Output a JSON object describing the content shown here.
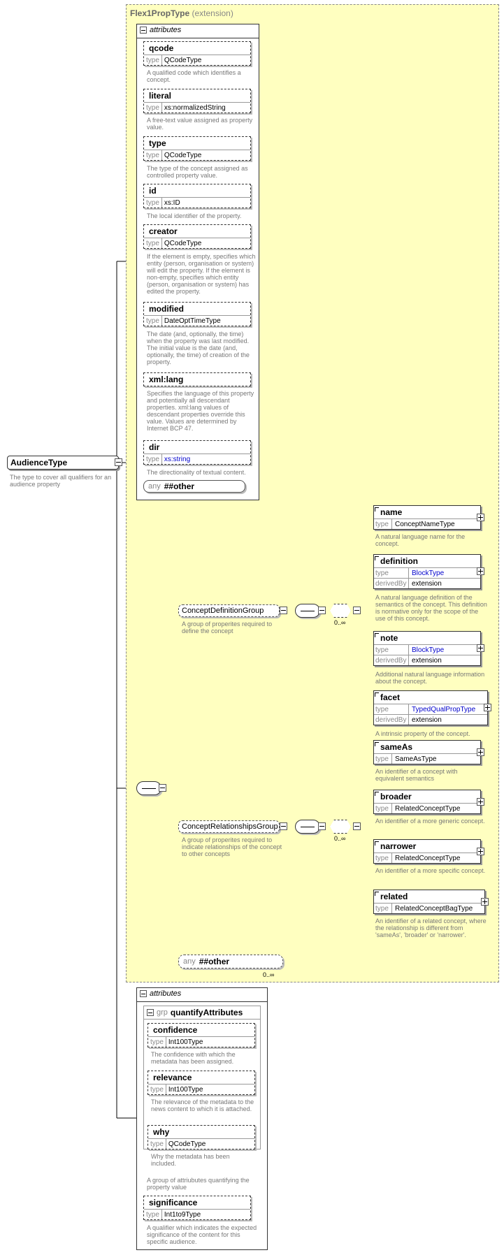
{
  "extension": {
    "name": "Flex1PropType",
    "kind": "(extension)"
  },
  "root": {
    "name": "AudienceType",
    "description": "The type to cover all qualifiers for an audience property"
  },
  "attributes_label": "attributes",
  "type_label": "type",
  "derived_label": "derivedBy",
  "any_label": "any",
  "grp_label": "grp",
  "ext_attributes": [
    {
      "name": "qcode",
      "type": "QCodeType",
      "desc": "A qualified code which identifies a concept."
    },
    {
      "name": "literal",
      "type": "xs:normalizedString",
      "desc": "A free-text value assigned as property value."
    },
    {
      "name": "type",
      "type": "QCodeType",
      "desc": "The type of the concept assigned as controlled property value."
    },
    {
      "name": "id",
      "type": "xs:ID",
      "desc": "The local identifier of the property."
    },
    {
      "name": "creator",
      "type": "QCodeType",
      "desc": "If the element is empty, specifies which entity (person, organisation or system) will edit the property. If the element is non-empty, specifies which entity (person, organisation or system) has edited the property."
    },
    {
      "name": "modified",
      "type": "DateOptTimeType",
      "desc": "The date (and, optionally, the time) when the property was last modified. The initial value is the date (and, optionally, the time) of creation of the property."
    },
    {
      "name": "xml:lang",
      "desc": "Specifies the language of this property and potentially all descendant properties. xml:lang values of descendant properties override this value. Values are determined by Internet BCP 47."
    },
    {
      "name": "dir",
      "type": "xs:string",
      "desc": "The directionality of textual content."
    }
  ],
  "ext_any": "##other",
  "groups": {
    "definition": {
      "name": "ConceptDefinitionGroup",
      "desc": "A group of properites required to define the concept",
      "card": "0..∞"
    },
    "relationships": {
      "name": "ConceptRelationshipsGroup",
      "desc": "A group of properites required to indicate relationships of the concept to other concepts",
      "card": "0..∞"
    },
    "any": {
      "value": "##other",
      "card": "0..∞"
    }
  },
  "def_elements": [
    {
      "name": "name",
      "type": "ConceptNameType",
      "desc": "A natural language name for the concept."
    },
    {
      "name": "definition",
      "type": "BlockType",
      "derivedBy": "extension",
      "desc": "A natural language definition of the semantics of the concept. This definition is normative only for the scope of the use of this concept."
    },
    {
      "name": "note",
      "type": "BlockType",
      "derivedBy": "extension",
      "desc": "Additional natural language information about the concept."
    },
    {
      "name": "facet",
      "type": "TypedQualPropType",
      "derivedBy": "extension",
      "desc": "A intrinsic property of the concept."
    }
  ],
  "rel_elements": [
    {
      "name": "sameAs",
      "type": "SameAsType",
      "desc": "An identifier of a concept with equivalent semantics"
    },
    {
      "name": "broader",
      "type": "RelatedConceptType",
      "desc": "An identifier of a more generic concept."
    },
    {
      "name": "narrower",
      "type": "RelatedConceptType",
      "desc": "An identifier of a more specific concept."
    },
    {
      "name": "related",
      "type": "RelatedConceptBagType",
      "desc": "An identifier of a related concept, where the relationship is different from 'sameAs', 'broader' or 'narrower'."
    }
  ],
  "quantify": {
    "name": "quantifyAttributes",
    "desc": "A group of attriubutes quantifying the property value",
    "attrs": [
      {
        "name": "confidence",
        "type": "Int100Type",
        "desc": "The confidence with which the metadata has been assigned."
      },
      {
        "name": "relevance",
        "type": "Int100Type",
        "desc": "The relevance of the metadata to the news content to which it is attached."
      },
      {
        "name": "why",
        "type": "QCodeType",
        "desc": "Why the metadata has been included."
      }
    ]
  },
  "significance": {
    "name": "significance",
    "type": "Int1to9Type",
    "desc": "A qualifier which indicates the expected significance of the content for this specific audience."
  }
}
